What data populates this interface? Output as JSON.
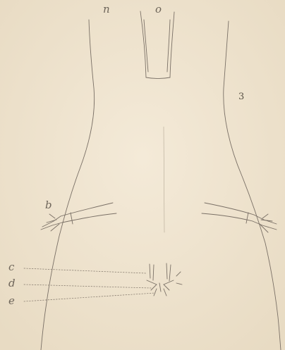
{
  "figure": {
    "number": "3",
    "labels": {
      "n": "n",
      "o": "o",
      "b": "b",
      "c": "c",
      "d": "d",
      "e": "e"
    }
  },
  "colors": {
    "paper": "#f1e6d2",
    "ink": "#7a7066",
    "label_ink": "#6e655a"
  }
}
